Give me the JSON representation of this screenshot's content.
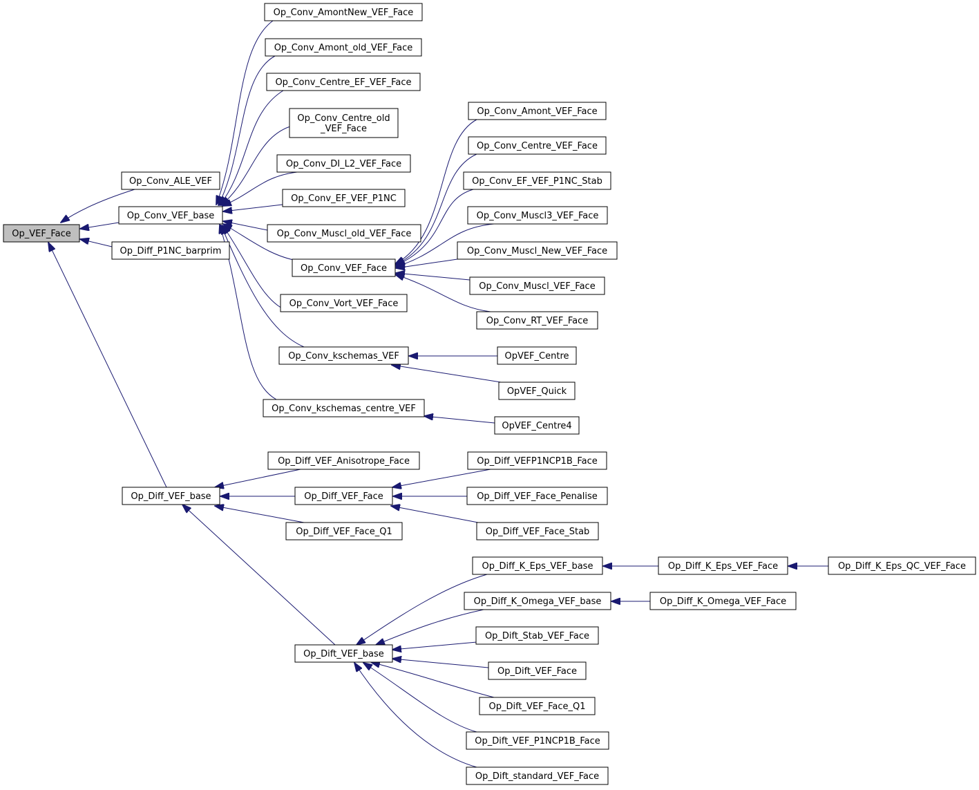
{
  "diagram": {
    "title": "",
    "colors": {
      "edge": "#191970",
      "node_border": "#000000",
      "node_fill": "#ffffff",
      "root_fill": "#bfbfbf",
      "text": "#000000"
    },
    "root": "Op_VEF_Face",
    "nodes": [
      {
        "id": "n0",
        "label": [
          "Op_VEF_Face"
        ],
        "root": true
      },
      {
        "id": "n1",
        "label": [
          "Op_Conv_ALE_VEF"
        ]
      },
      {
        "id": "n2",
        "label": [
          "Op_Conv_VEF_base"
        ]
      },
      {
        "id": "n3",
        "label": [
          "Op_Diff_P1NC_barprim"
        ]
      },
      {
        "id": "n4",
        "label": [
          "Op_Diff_VEF_base"
        ]
      },
      {
        "id": "n5",
        "label": [
          "Op_Conv_AmontNew_VEF_Face"
        ]
      },
      {
        "id": "n6",
        "label": [
          "Op_Conv_Amont_old_VEF_Face"
        ]
      },
      {
        "id": "n7",
        "label": [
          "Op_Conv_Centre_EF_VEF_Face"
        ]
      },
      {
        "id": "n8",
        "label": [
          "Op_Conv_Centre_old",
          "_VEF_Face"
        ]
      },
      {
        "id": "n9",
        "label": [
          "Op_Conv_DI_L2_VEF_Face"
        ]
      },
      {
        "id": "n10",
        "label": [
          "Op_Conv_EF_VEF_P1NC"
        ]
      },
      {
        "id": "n11",
        "label": [
          "Op_Conv_Muscl_old_VEF_Face"
        ]
      },
      {
        "id": "n12",
        "label": [
          "Op_Conv_VEF_Face"
        ]
      },
      {
        "id": "n13",
        "label": [
          "Op_Conv_Vort_VEF_Face"
        ]
      },
      {
        "id": "n14",
        "label": [
          "Op_Conv_kschemas_VEF"
        ]
      },
      {
        "id": "n15",
        "label": [
          "Op_Conv_kschemas_centre_VEF"
        ]
      },
      {
        "id": "n16",
        "label": [
          "Op_Conv_Amont_VEF_Face"
        ]
      },
      {
        "id": "n17",
        "label": [
          "Op_Conv_Centre_VEF_Face"
        ]
      },
      {
        "id": "n18",
        "label": [
          "Op_Conv_EF_VEF_P1NC_Stab"
        ]
      },
      {
        "id": "n19",
        "label": [
          "Op_Conv_Muscl3_VEF_Face"
        ]
      },
      {
        "id": "n20",
        "label": [
          "Op_Conv_Muscl_New_VEF_Face"
        ]
      },
      {
        "id": "n21",
        "label": [
          "Op_Conv_Muscl_VEF_Face"
        ]
      },
      {
        "id": "n22",
        "label": [
          "Op_Conv_RT_VEF_Face"
        ]
      },
      {
        "id": "n23",
        "label": [
          "OpVEF_Centre"
        ]
      },
      {
        "id": "n24",
        "label": [
          "OpVEF_Quick"
        ]
      },
      {
        "id": "n25",
        "label": [
          "OpVEF_Centre4"
        ]
      },
      {
        "id": "n26",
        "label": [
          "Op_Diff_VEF_Anisotrope_Face"
        ]
      },
      {
        "id": "n27",
        "label": [
          "Op_Diff_VEF_Face"
        ]
      },
      {
        "id": "n28",
        "label": [
          "Op_Diff_VEF_Face_Q1"
        ]
      },
      {
        "id": "n29",
        "label": [
          "Op_Dift_VEF_base"
        ]
      },
      {
        "id": "n30",
        "label": [
          "Op_Diff_VEFP1NCP1B_Face"
        ]
      },
      {
        "id": "n31",
        "label": [
          "Op_Diff_VEF_Face_Penalise"
        ]
      },
      {
        "id": "n32",
        "label": [
          "Op_Diff_VEF_Face_Stab"
        ]
      },
      {
        "id": "n33",
        "label": [
          "Op_Diff_K_Eps_VEF_base"
        ]
      },
      {
        "id": "n34",
        "label": [
          "Op_Diff_K_Omega_VEF_base"
        ]
      },
      {
        "id": "n35",
        "label": [
          "Op_Dift_Stab_VEF_Face"
        ]
      },
      {
        "id": "n36",
        "label": [
          "Op_Dift_VEF_Face"
        ]
      },
      {
        "id": "n37",
        "label": [
          "Op_Dift_VEF_Face_Q1"
        ]
      },
      {
        "id": "n38",
        "label": [
          "Op_Dift_VEF_P1NCP1B_Face"
        ]
      },
      {
        "id": "n39",
        "label": [
          "Op_Dift_standard_VEF_Face"
        ]
      },
      {
        "id": "n40",
        "label": [
          "Op_Diff_K_Eps_VEF_Face"
        ]
      },
      {
        "id": "n41",
        "label": [
          "Op_Diff_K_Omega_VEF_Face"
        ]
      },
      {
        "id": "n42",
        "label": [
          "Op_Diff_K_Eps_QC_VEF_Face"
        ]
      }
    ],
    "edges": [
      {
        "from": "n1",
        "to": "n0"
      },
      {
        "from": "n2",
        "to": "n0"
      },
      {
        "from": "n3",
        "to": "n0"
      },
      {
        "from": "n4",
        "to": "n0"
      },
      {
        "from": "n5",
        "to": "n2"
      },
      {
        "from": "n6",
        "to": "n2"
      },
      {
        "from": "n7",
        "to": "n2"
      },
      {
        "from": "n8",
        "to": "n2"
      },
      {
        "from": "n9",
        "to": "n2"
      },
      {
        "from": "n10",
        "to": "n2"
      },
      {
        "from": "n11",
        "to": "n2"
      },
      {
        "from": "n12",
        "to": "n2"
      },
      {
        "from": "n13",
        "to": "n2"
      },
      {
        "from": "n14",
        "to": "n2"
      },
      {
        "from": "n15",
        "to": "n2"
      },
      {
        "from": "n16",
        "to": "n12"
      },
      {
        "from": "n17",
        "to": "n12"
      },
      {
        "from": "n18",
        "to": "n12"
      },
      {
        "from": "n19",
        "to": "n12"
      },
      {
        "from": "n20",
        "to": "n12"
      },
      {
        "from": "n21",
        "to": "n12"
      },
      {
        "from": "n22",
        "to": "n12"
      },
      {
        "from": "n23",
        "to": "n14"
      },
      {
        "from": "n24",
        "to": "n14"
      },
      {
        "from": "n25",
        "to": "n15"
      },
      {
        "from": "n26",
        "to": "n4"
      },
      {
        "from": "n27",
        "to": "n4"
      },
      {
        "from": "n28",
        "to": "n4"
      },
      {
        "from": "n29",
        "to": "n4"
      },
      {
        "from": "n30",
        "to": "n27"
      },
      {
        "from": "n31",
        "to": "n27"
      },
      {
        "from": "n32",
        "to": "n27"
      },
      {
        "from": "n33",
        "to": "n29"
      },
      {
        "from": "n34",
        "to": "n29"
      },
      {
        "from": "n35",
        "to": "n29"
      },
      {
        "from": "n36",
        "to": "n29"
      },
      {
        "from": "n37",
        "to": "n29"
      },
      {
        "from": "n38",
        "to": "n29"
      },
      {
        "from": "n39",
        "to": "n29"
      },
      {
        "from": "n40",
        "to": "n33"
      },
      {
        "from": "n41",
        "to": "n34"
      },
      {
        "from": "n42",
        "to": "n40"
      }
    ]
  }
}
